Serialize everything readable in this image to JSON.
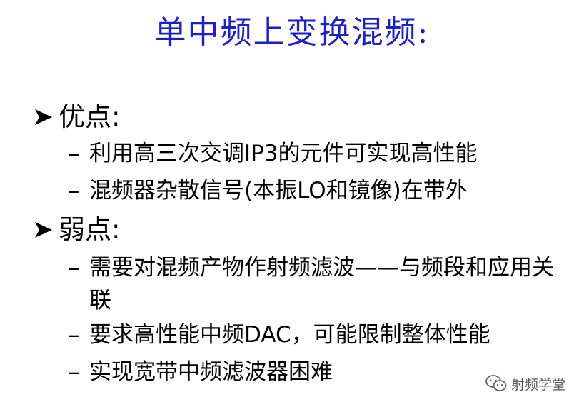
{
  "title": "单中频上变换混频:",
  "colors": {
    "title": "#2020C0",
    "text": "#000000",
    "watermark": "#555555"
  },
  "sections": [
    {
      "label": "优点:",
      "items": [
        "利用高三次交调IP3的元件可实现高性能",
        "混频器杂散信号(本振LO和镜像)在带外"
      ]
    },
    {
      "label": "弱点:",
      "items": [
        "需要对混频产物作射频滤波——与频段和应用关联",
        "要求高性能中频DAC，可能限制整体性能",
        "实现宽带中频滤波器困难"
      ]
    }
  ],
  "dash_symbol": "–",
  "watermark": {
    "icon": "wechat-icon",
    "text": "射频学堂"
  }
}
